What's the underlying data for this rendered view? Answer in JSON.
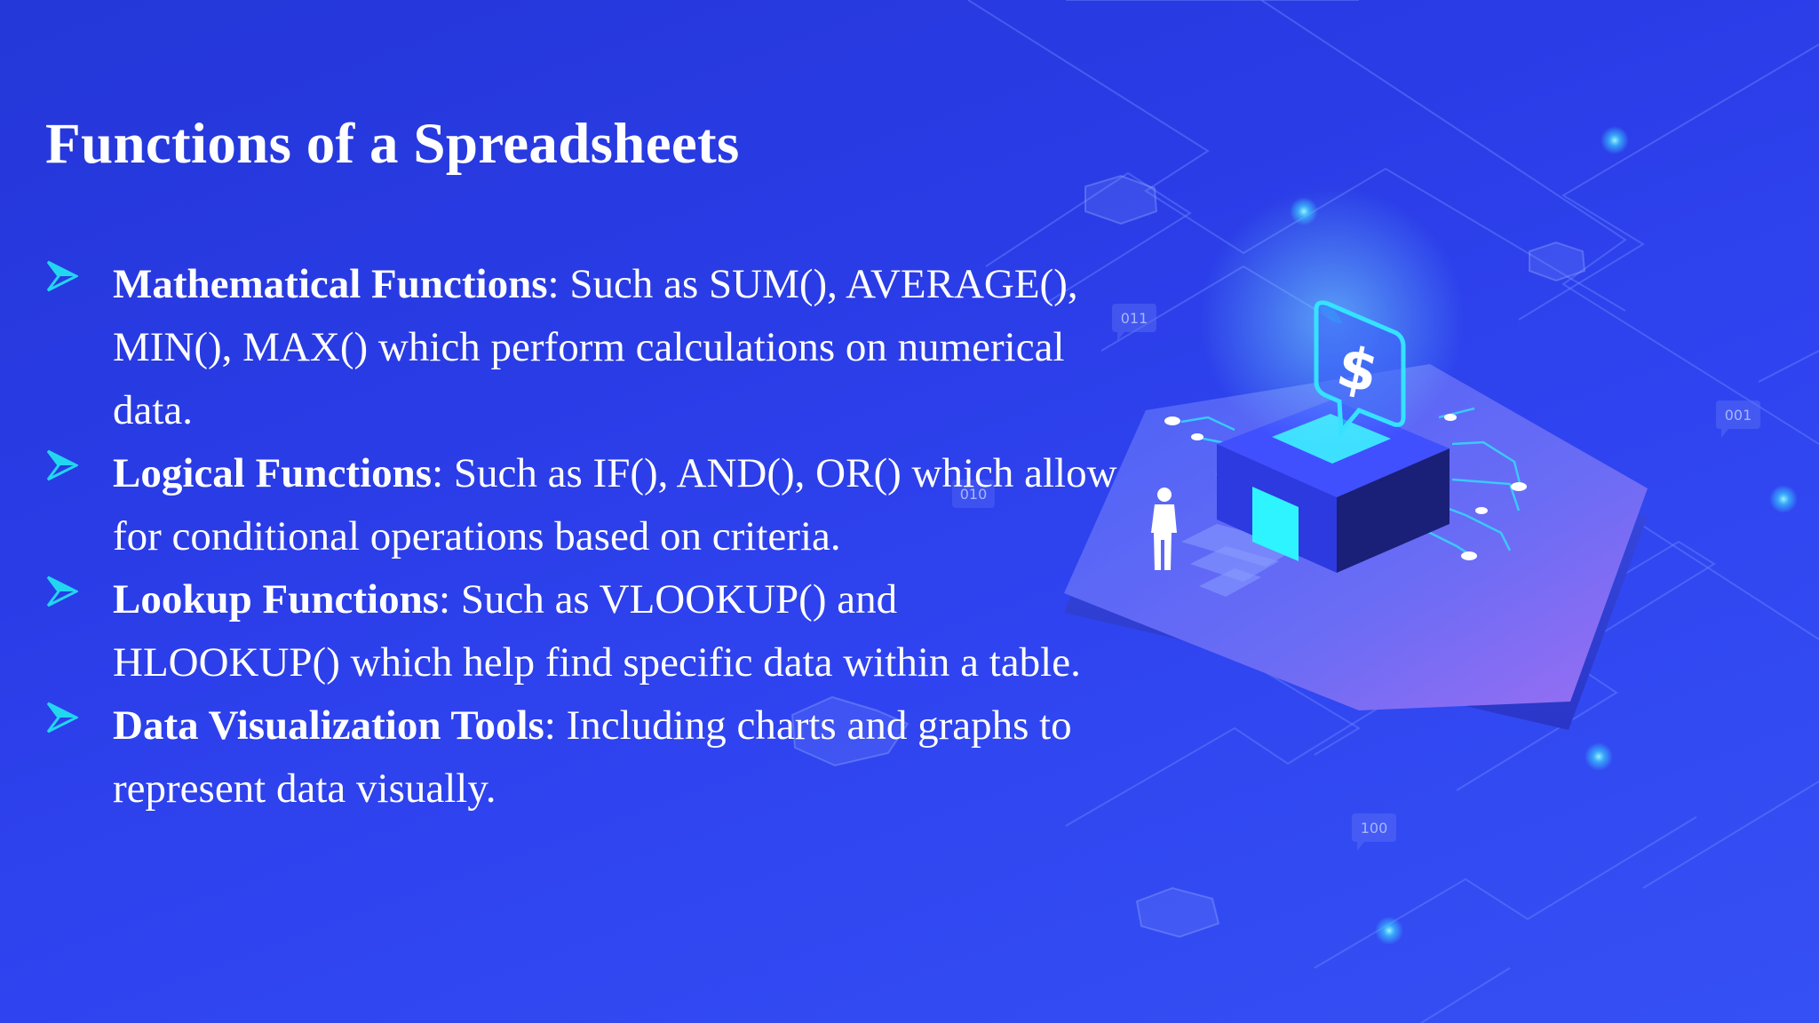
{
  "slide": {
    "title": "Functions of a Spreadsheets",
    "bullets": [
      {
        "term": "Mathematical Functions",
        "text": ": Such as SUM(), AVERAGE(), MIN(), MAX() which perform calculations on numerical data."
      },
      {
        "term": "Logical Functions",
        "text": ": Such as IF(), AND(), OR() which allow for conditional operations based on criteria."
      },
      {
        "term": "Lookup Functions",
        "text": ": Such as VLOOKUP() and HLOOKUP() which help find specific data within a table."
      },
      {
        "term": "Data Visualization Tools",
        "text": ": Including charts and graphs to represent data visually."
      }
    ]
  },
  "illustration": {
    "badge_labels": [
      "011",
      "001",
      "010",
      "100"
    ],
    "currency_symbol": "$",
    "icons": [
      "arrow-bullet-icon",
      "dollar-sign-icon",
      "person-icon",
      "building-icon"
    ]
  },
  "colors": {
    "background": "#2a3ce6",
    "accent": "#22d6f0",
    "text": "#ffffff"
  }
}
